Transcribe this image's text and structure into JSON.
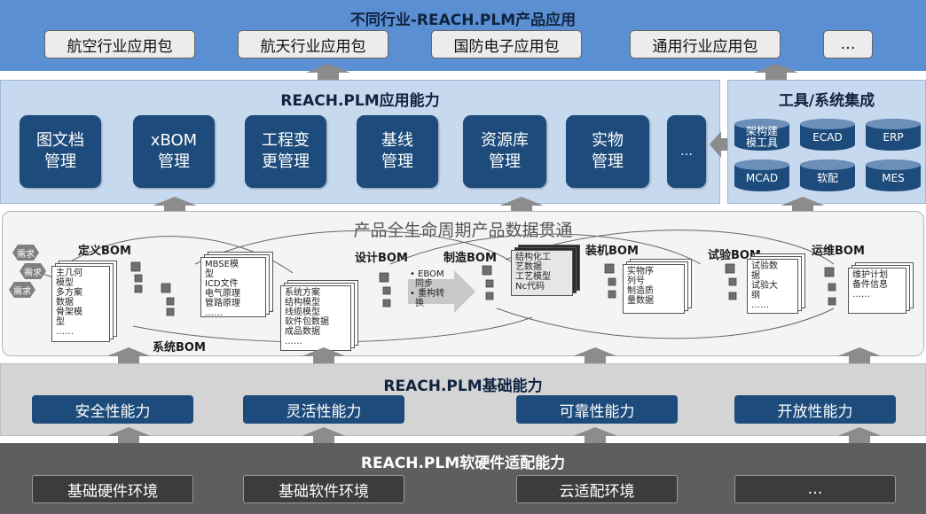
{
  "layer_industry": {
    "title": "不同行业-REACH.PLM产品应用",
    "items": [
      "航空行业应用包",
      "航天行业应用包",
      "国防电子应用包",
      "通用行业应用包",
      "…"
    ]
  },
  "layer_capability": {
    "title": "REACH.PLM应用能力",
    "items": [
      [
        "图文档",
        "管理"
      ],
      [
        "xBOM",
        "管理"
      ],
      [
        "工程变",
        "更管理"
      ],
      [
        "基线",
        "管理"
      ],
      [
        "资源库",
        "管理"
      ],
      [
        "实物",
        "管理"
      ],
      [
        "…",
        ""
      ]
    ]
  },
  "layer_tools": {
    "title": "工具/系统集成",
    "items": [
      [
        "架构建",
        "模工具"
      ],
      [
        "ECAD",
        ""
      ],
      [
        "ERP",
        ""
      ],
      [
        "MCAD",
        ""
      ],
      [
        "软配",
        ""
      ],
      [
        "MES",
        ""
      ]
    ]
  },
  "lifecycle": {
    "title": "产品全生命周期产品数据贯通",
    "requirements": [
      "需求",
      "需求",
      "需求"
    ],
    "bom_labels": {
      "define": "定义BOM",
      "system": "系统BOM",
      "design": "设计BOM",
      "manufacture": "制造BOM",
      "assembly": "装机BOM",
      "test": "试验BOM",
      "operate": "运维BOM"
    },
    "docs": {
      "define": [
        "主几何",
        "模型",
        "多方案",
        "数据",
        "骨架模",
        "型",
        "……"
      ],
      "system": [
        "MBSE模",
        "型",
        "ICD文件",
        "电气原理",
        "管路原理",
        "……"
      ],
      "system2": [
        "系统方案",
        "结构模型",
        "线缆模型",
        "软件包数据",
        "成品数据",
        "……"
      ],
      "design_note": [
        "EBOM",
        "同步",
        "重构转",
        "换"
      ],
      "manufacture": [
        "结构化工",
        "艺数据",
        "工艺模型",
        "Nc代码"
      ],
      "assembly": [
        "实物序",
        "列号",
        "制造质",
        "量数据"
      ],
      "test": [
        "试验数",
        "据",
        "试验大",
        "纲",
        "……"
      ],
      "operate": [
        "维护计划",
        "备件信息",
        "……"
      ]
    }
  },
  "layer_base": {
    "title": "REACH.PLM基础能力",
    "items": [
      "安全性能力",
      "灵活性能力",
      "可靠性能力",
      "开放性能力"
    ]
  },
  "layer_hw": {
    "title": "REACH.PLM软硬件适配能力",
    "items": [
      "基础硬件环境",
      "基础软件环境",
      "云适配环境",
      "…"
    ]
  },
  "colors": {
    "top_band": "#5b8fd3",
    "cap_band": "#c7d9ef",
    "card": "#1d4b7b",
    "base_band": "#d4d4d4",
    "hw_band": "#5e5e5e",
    "arrow": "#8c8c8c"
  }
}
